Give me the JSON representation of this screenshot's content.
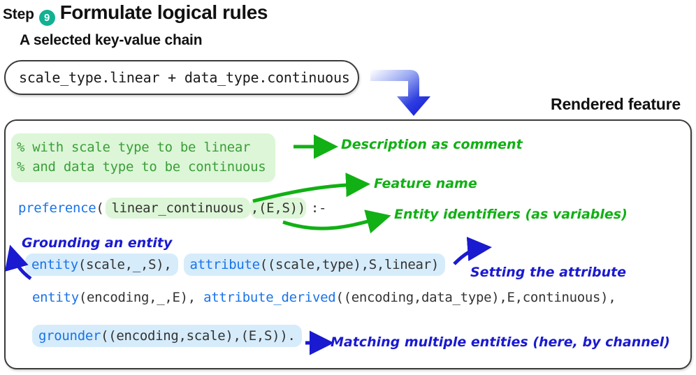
{
  "header": {
    "step_word": "Step",
    "step_number": "9",
    "title": "Formulate logical rules",
    "badge_color": "#12b193"
  },
  "chain": {
    "label": "A selected key-value chain",
    "value": "scale_type.linear + data_type.continuous"
  },
  "flow_arrow": {
    "name": "gradient-bend-arrow",
    "from_color": "#ffffff",
    "to_color": "#1a1ae0"
  },
  "rendered": {
    "label": "Rendered feature",
    "border_color": "#3b3b3b"
  },
  "code": {
    "comment_line_1": "% with scale type to be linear",
    "comment_line_2": "% and data type to be continuous",
    "head_predicate": "preference",
    "head_open_paren": "(",
    "feature_name": "linear_continuous",
    "head_args": ",(E,S))",
    "neck": ":-",
    "line1_pred1": "entity",
    "line1_pred1_args": "(scale,_,S),",
    "line1_pred2": "attribute",
    "line1_pred2_args": "((scale,type),S,linear)",
    "line2_pred1": "entity",
    "line2_pred1_args": "(encoding,_,E), ",
    "line2_pred2": "attribute_derived",
    "line2_pred2_args": "((encoding,data_type),E,continuous),",
    "line3_pred1": "grounder",
    "line3_pred1_args": "((encoding,scale),(E,S)).",
    "comment_color": "#3a9e3a",
    "comment_bg": "#ddf6d7",
    "predicate_color": "#1a73e8",
    "highlight_blue": "#d6ecfb",
    "highlight_green": "#ddf6d7"
  },
  "annotations": {
    "description_as_comment": "Description as comment",
    "feature_name": "Feature name",
    "entity_identifiers": "Entity identifiers (as variables)",
    "grounding_an_entity": "Grounding an entity",
    "setting_the_attribute": "Setting the attribute",
    "matching_multiple_entities": "Matching multiple entities (here, by channel)",
    "green_color": "#11b014",
    "blue_color": "#1a1ad0"
  }
}
